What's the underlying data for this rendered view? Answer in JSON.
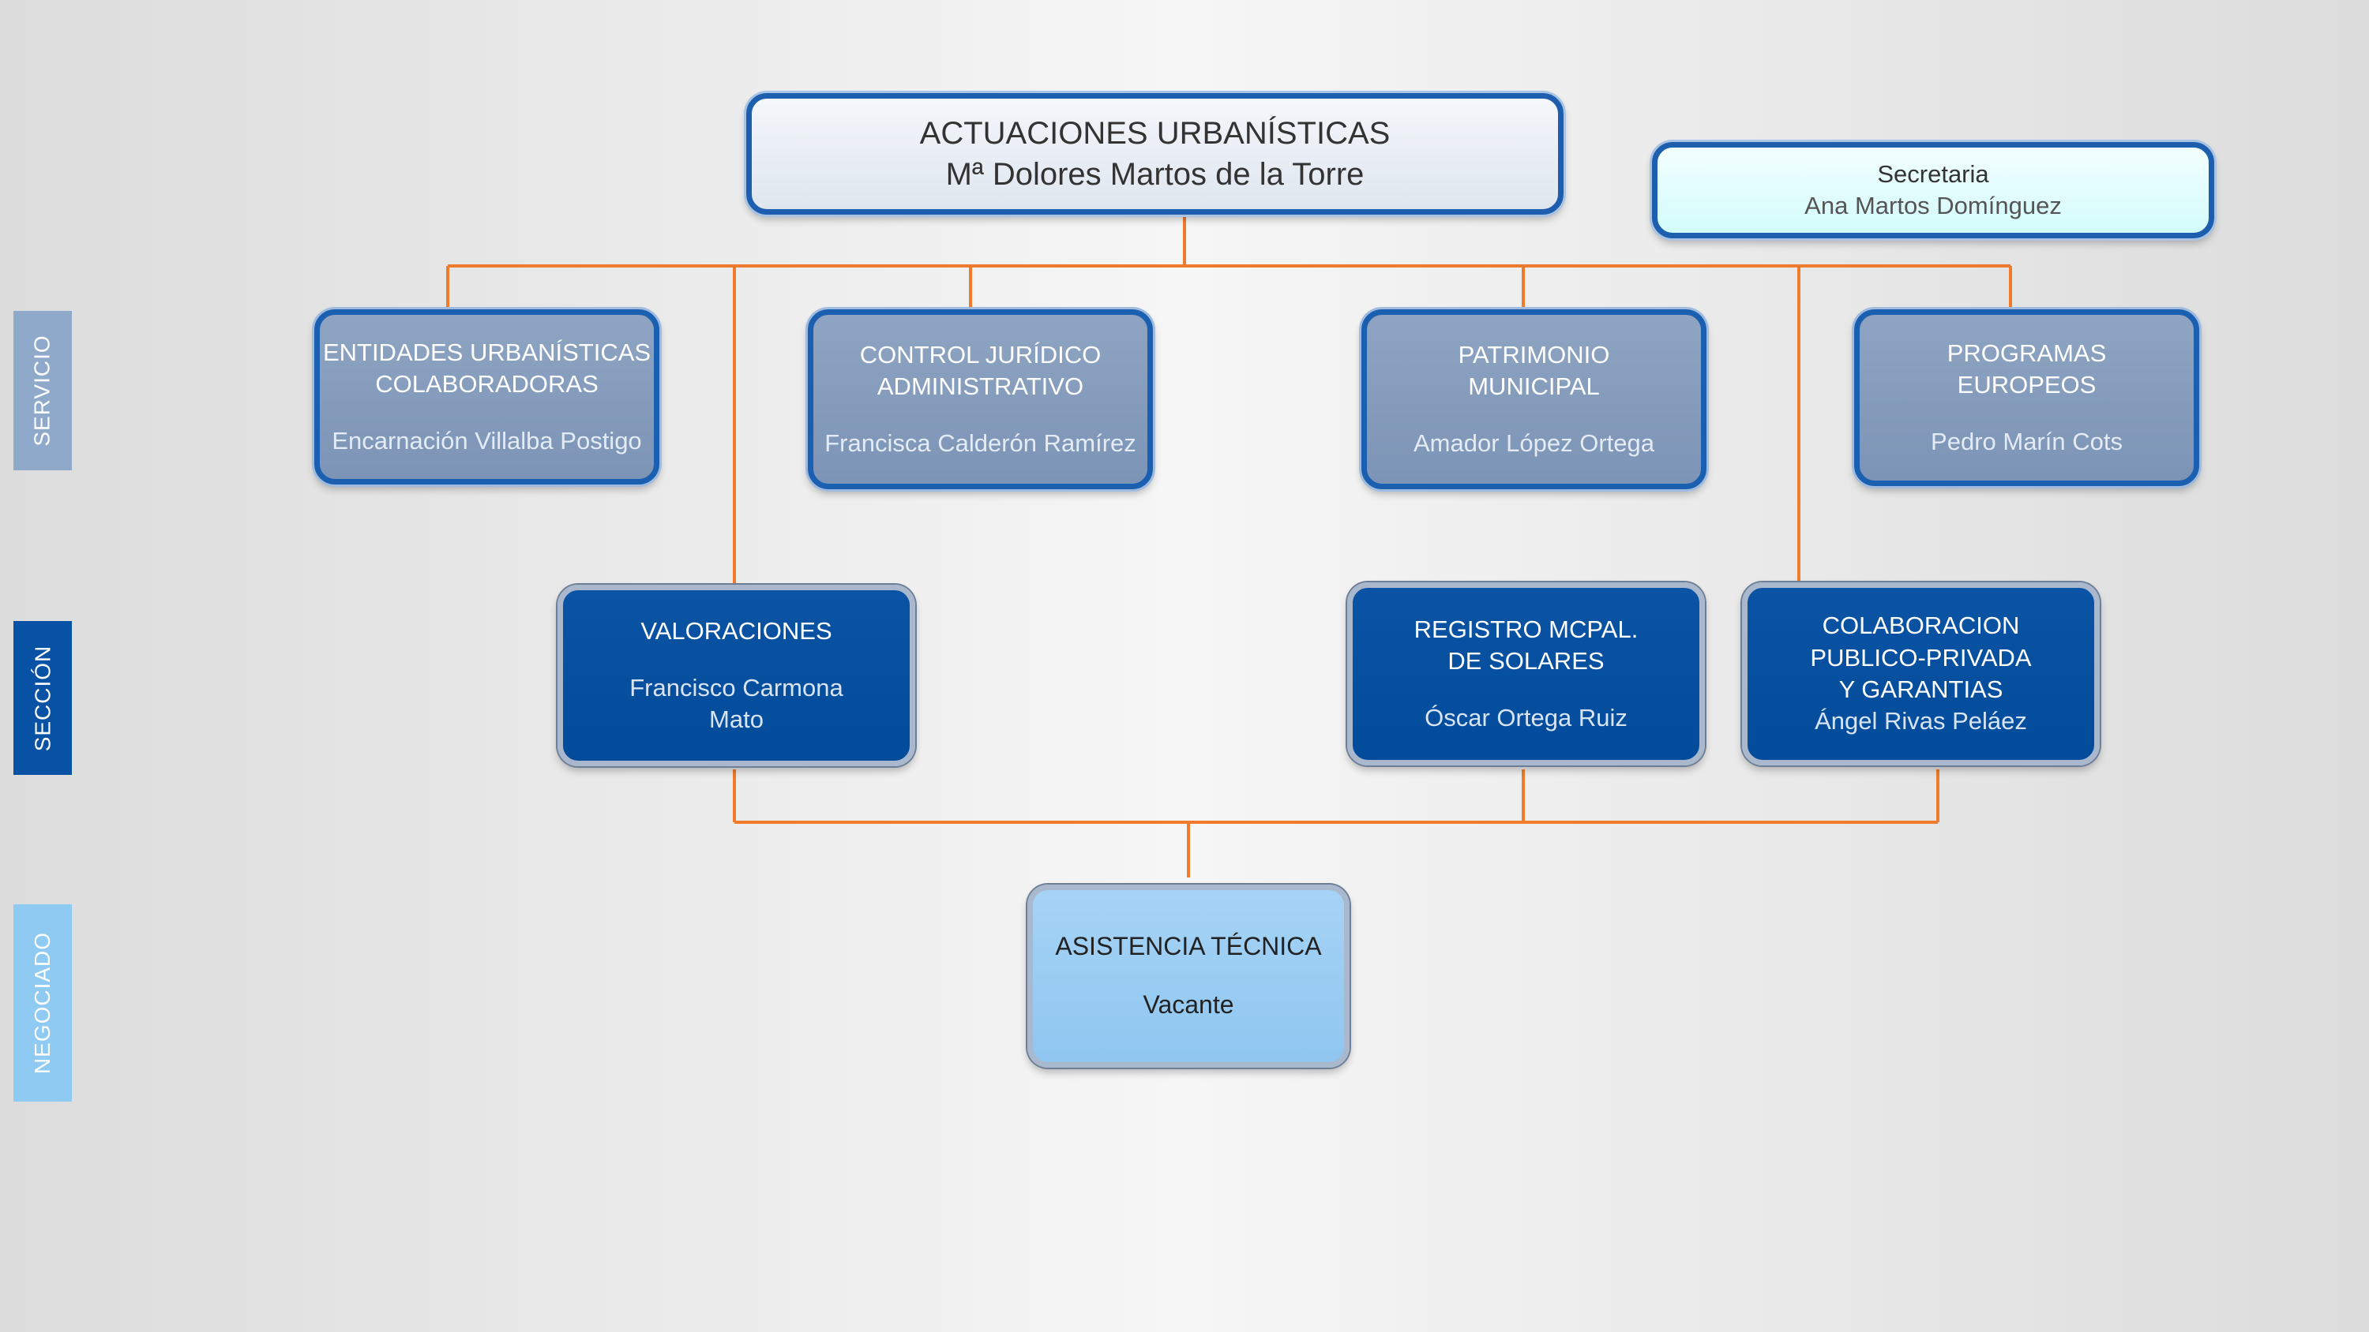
{
  "levels": {
    "servicio": "SERVICIO",
    "seccion": "SECCIÓN",
    "negociado": "NEGOCIADO"
  },
  "top": {
    "title": "ACTUACIONES URBANÍSTICAS",
    "person": "Mª Dolores Martos de la Torre"
  },
  "secretary": {
    "title": "Secretaria",
    "person": "Ana Martos Domínguez"
  },
  "servicios": [
    {
      "title": "ENTIDADES URBANÍSTICAS\nCOLABORADORAS",
      "person": "Encarnación Villalba Postigo"
    },
    {
      "title": "CONTROL  JURÍDICO\nADMINISTRATIVO",
      "person": "Francisca Calderón Ramírez"
    },
    {
      "title": "PATRIMONIO\nMUNICIPAL",
      "person": "Amador López Ortega"
    },
    {
      "title": "PROGRAMAS\nEUROPEOS",
      "person": "Pedro Marín Cots"
    }
  ],
  "secciones": [
    {
      "title": "VALORACIONES",
      "person": "Francisco Carmona\nMato"
    },
    {
      "title": "REGISTRO MCPAL.\nDE SOLARES",
      "person": "Óscar Ortega Ruiz"
    },
    {
      "title": "COLABORACION\nPUBLICO-PRIVADA\nY GARANTIAS",
      "person": "Ángel Rivas Peláez"
    }
  ],
  "negociado": {
    "title": "ASISTENCIA TÉCNICA",
    "person": "Vacante"
  },
  "colors": {
    "connector": "#f07b2c",
    "servicio_label": "#8ea9c9",
    "seccion_label": "#0752a5",
    "negociado_label": "#8fcaf2"
  }
}
